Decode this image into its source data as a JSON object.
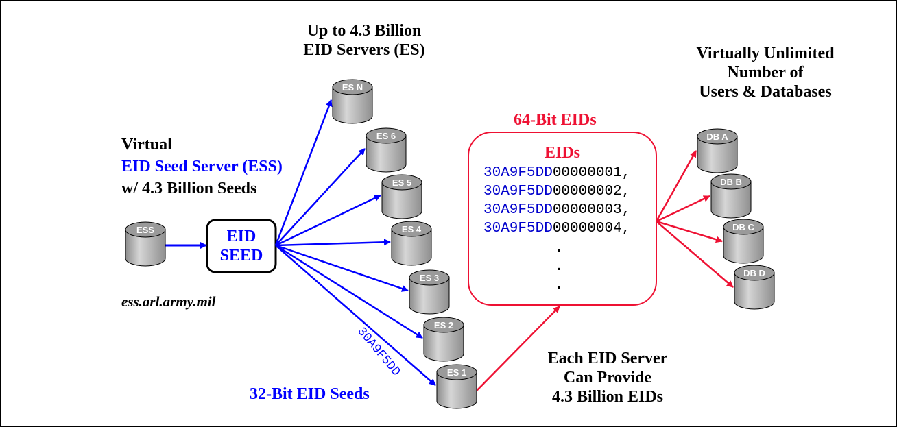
{
  "titles": {
    "es_header_line1": "Up to 4.3 Billion",
    "es_header_line2": "EID Servers (ES)",
    "users_line1": "Virtually Unlimited",
    "users_line2": "Number of",
    "users_line3": "Users & Databases",
    "virtual": "Virtual",
    "ess_name": "EID Seed Server (ESS)",
    "seeds_count": "w/ 4.3 Billion Seeds",
    "ess_host": "ess.arl.army.mil",
    "seed_bits": "32-Bit EID Seeds",
    "eid_bits": "64-Bit EIDs",
    "each_line1": "Each EID Server",
    "each_line2": "Can Provide",
    "each_line3": "4.3 Billion EIDs"
  },
  "ess_cylinder": "ESS",
  "seed_box": {
    "line1": "EID",
    "line2": "SEED"
  },
  "seed_value": "30A9F5DD",
  "servers": [
    "ES N",
    "ES 6",
    "ES 5",
    "ES 4",
    "ES 3",
    "ES 2",
    "ES 1"
  ],
  "databases": [
    "DB A",
    "DB B",
    "DB C",
    "DB D"
  ],
  "eids_box": {
    "title": "EIDs",
    "rows": [
      {
        "prefix": "30A9F5DD",
        "suffix": "00000001,"
      },
      {
        "prefix": "30A9F5DD",
        "suffix": "00000002,"
      },
      {
        "prefix": "30A9F5DD",
        "suffix": "00000003,"
      },
      {
        "prefix": "30A9F5DD",
        "suffix": "00000004,"
      }
    ],
    "dots": [
      ".",
      ".",
      "."
    ]
  },
  "colors": {
    "blue": "#0000ff",
    "red": "#ee1133",
    "cylinder": "#a8a8a8"
  }
}
